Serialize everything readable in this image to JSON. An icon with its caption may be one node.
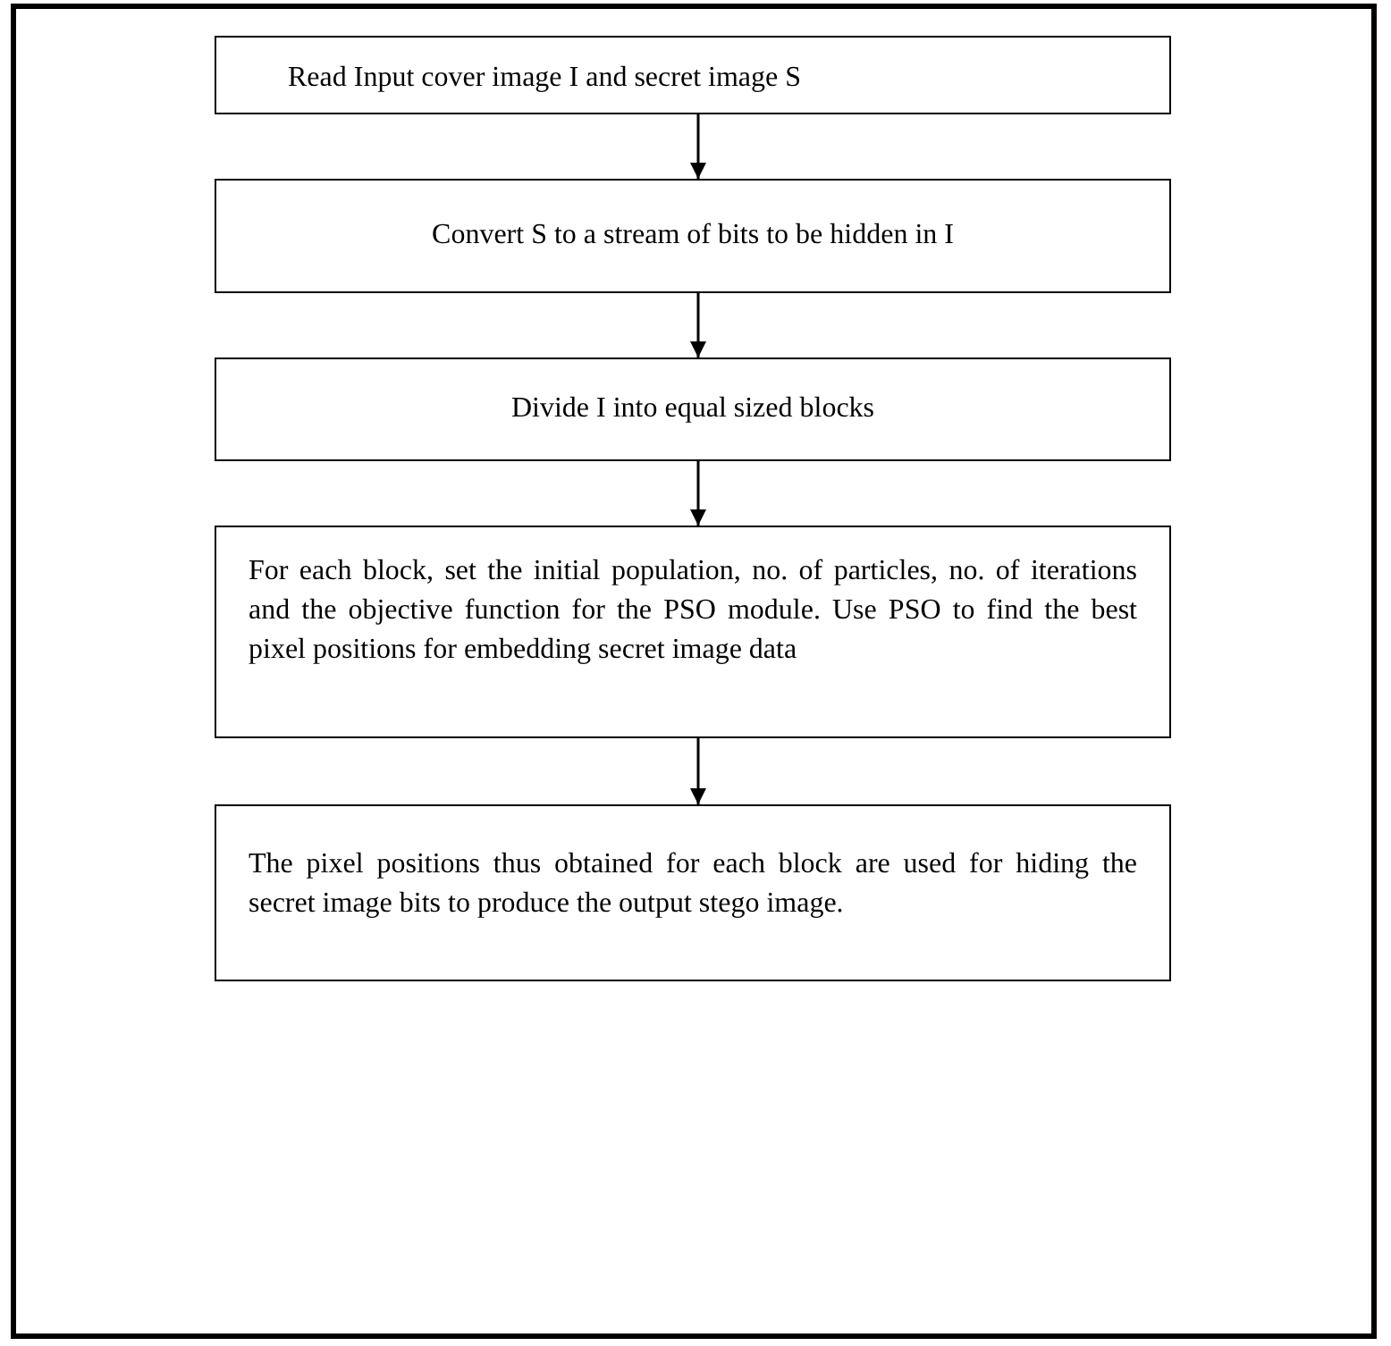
{
  "diagram": {
    "nodes": [
      {
        "text": [
          "Read Input cover image I and secret image S"
        ]
      },
      {
        "text": [
          "Convert S to a stream of bits to be hidden in I"
        ]
      },
      {
        "text": [
          "Divide I into equal sized blocks"
        ]
      },
      {
        "text": [
          "For each block, set the initial population, no. of particles, no. of iterations and the objective function for the PSO module. Use PSO to find the best pixel positions for embedding secret image data"
        ]
      },
      {
        "text": [
          "The pixel positions thus obtained for each block are used for hiding the secret image bits to produce the output stego image."
        ]
      }
    ],
    "edges": [
      {
        "from": 0,
        "to": 1,
        "arrow": "to"
      },
      {
        "from": 1,
        "to": 2,
        "arrow": "to"
      },
      {
        "from": 2,
        "to": 3,
        "arrow": "to"
      },
      {
        "from": 3,
        "to": 4,
        "arrow": "to"
      }
    ]
  }
}
